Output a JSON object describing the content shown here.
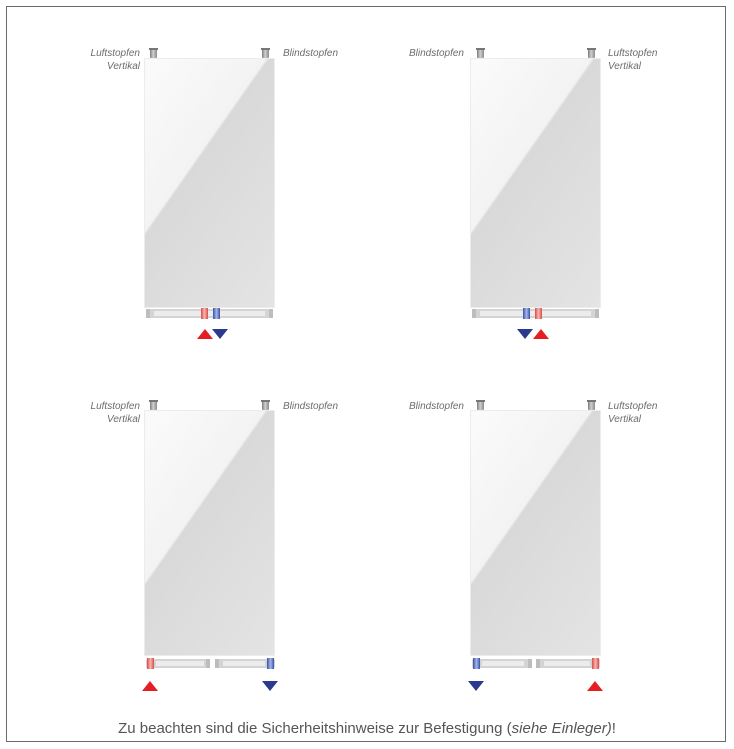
{
  "labels": {
    "luftstopfen": "Luftstopfen",
    "vertikal": "Vertikal",
    "blindstopfen": "Blindstopfen"
  },
  "colors": {
    "flow_in": "#e31f26",
    "flow_out": "#2b3a8f",
    "frame": "#6b6b6b",
    "label_text": "#6c6c6c"
  },
  "footer": {
    "text_before": "Zu beachten sind die Sicherheitshinweise zur Befestigung (",
    "text_italic": "siehe Einleger)",
    "text_after": "!"
  }
}
